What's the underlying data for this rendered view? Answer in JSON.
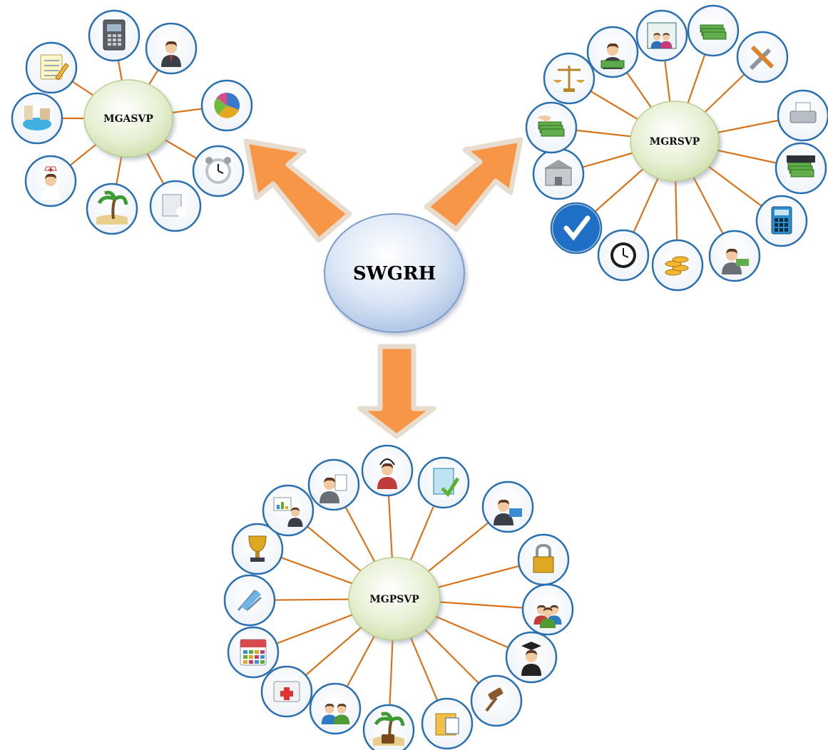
{
  "center": {
    "label": "SWGRH"
  },
  "modules": [
    {
      "id": "mgasvp",
      "label": "MGASVP",
      "icons": [
        "checklist-notepad-icon",
        "fingerprint-scanner-icon",
        "businessman-icon",
        "pie-chart-icon",
        "alarm-clock-icon",
        "stopwatch-document-icon",
        "beach-palm-icon",
        "nurse-icon",
        "resort-pool-icon"
      ]
    },
    {
      "id": "mgrsvp",
      "label": "MGRSVP",
      "icons": [
        "justice-scale-icon",
        "businessman-money-icon",
        "family-insurance-icon",
        "money-stack-icon",
        "wrench-screwdriver-icon",
        "printer-icon",
        "cash-register-icon",
        "calculator-icon",
        "money-person-icon",
        "gold-coins-icon",
        "wall-clock-icon",
        "checkmark-icon",
        "bank-icon",
        "hand-money-icon"
      ]
    },
    {
      "id": "mgpsvp",
      "label": "MGPSVP",
      "icons": [
        "employee-document-icon",
        "call-agent-icon",
        "approved-document-icon",
        "employee-id-card-icon",
        "padlock-icon",
        "user-group-icon",
        "graduate-icon",
        "judge-gavel-icon",
        "folder-document-icon",
        "vacation-luggage-icon",
        "two-users-icon",
        "medical-kit-icon",
        "april-calendar-icon",
        "beach-chair-icon",
        "trophy-icon",
        "presentation-chart-icon"
      ]
    }
  ],
  "colors": {
    "arrow": "#F79646",
    "arrow_outline": "#E6D6C8",
    "connector": "#D9731A",
    "icon_border": "#2A6FB0",
    "module_fill": "#E2EDCB",
    "center_fill": "#C9DAF0"
  }
}
